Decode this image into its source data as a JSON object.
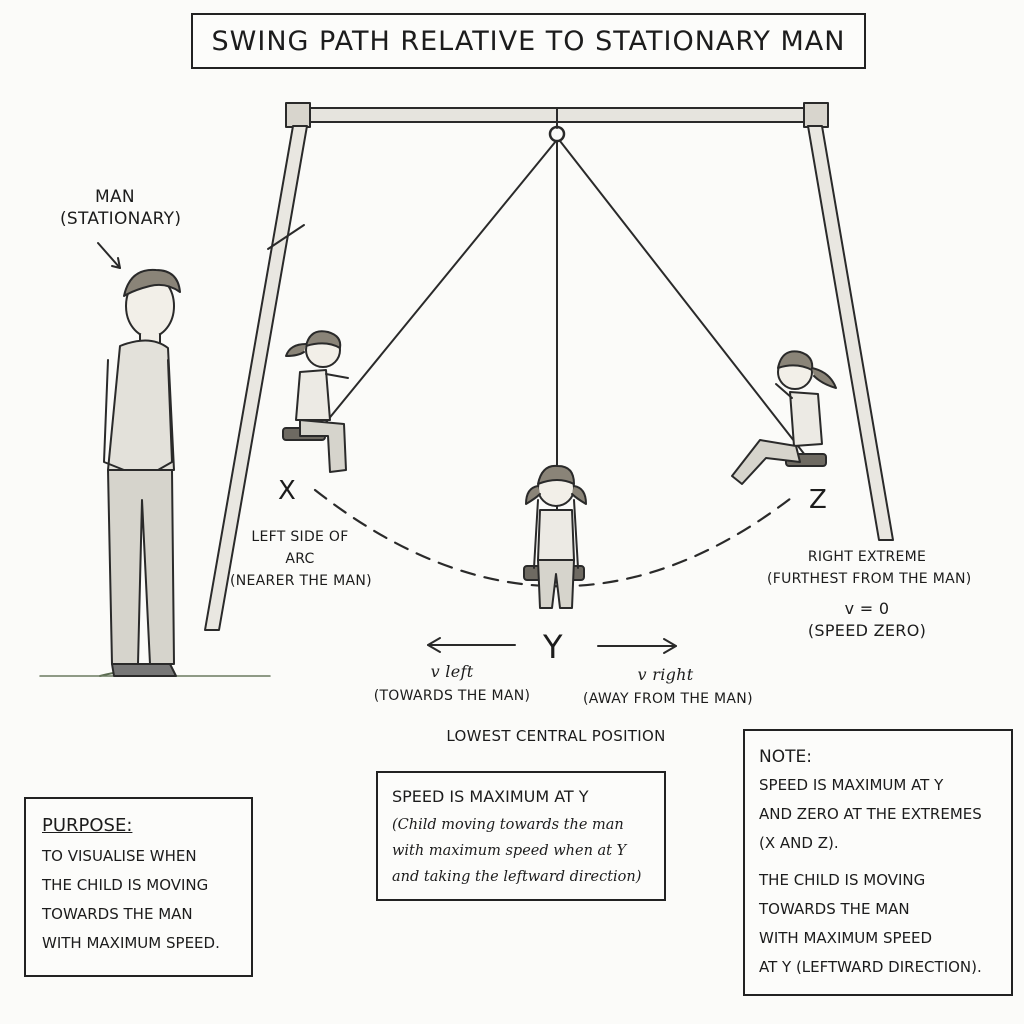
{
  "title": "SWING PATH RELATIVE TO STATIONARY MAN",
  "man_label": [
    "MAN",
    "(STATIONARY)"
  ],
  "points": {
    "x": "X",
    "y": "Y",
    "z": "Z"
  },
  "left_arc_label": [
    "LEFT SIDE OF",
    "ARC",
    "(NEARER THE MAN)"
  ],
  "right_label": [
    "RIGHT EXTREME",
    "(FURTHEST FROM THE MAN)",
    "v = 0",
    "(SPEED ZERO)"
  ],
  "v_left": {
    "symbol": "v left",
    "desc": "(TOWARDS THE MAN)"
  },
  "v_right": {
    "symbol": "v right",
    "desc": "(AWAY FROM THE MAN)"
  },
  "lowest_label": "LOWEST CENTRAL POSITION",
  "speed_box": {
    "heading": "SPEED IS MAXIMUM AT Y",
    "lines": [
      "(Child moving towards the man",
      "with maximum speed when at Y",
      "and taking the leftward direction)"
    ]
  },
  "purpose_box": {
    "heading": "PURPOSE:",
    "lines": [
      "TO VISUALISE WHEN",
      "THE CHILD IS MOVING",
      "TOWARDS THE MAN",
      "WITH MAXIMUM SPEED."
    ]
  },
  "note_box": {
    "heading": "NOTE:",
    "lines": [
      "SPEED IS MAXIMUM AT Y",
      "AND ZERO AT THE EXTREMES",
      "(X AND Z).",
      "",
      "THE CHILD IS MOVING",
      "TOWARDS THE MAN",
      "WITH MAXIMUM SPEED",
      "AT Y (LEFTWARD DIRECTION)."
    ]
  }
}
